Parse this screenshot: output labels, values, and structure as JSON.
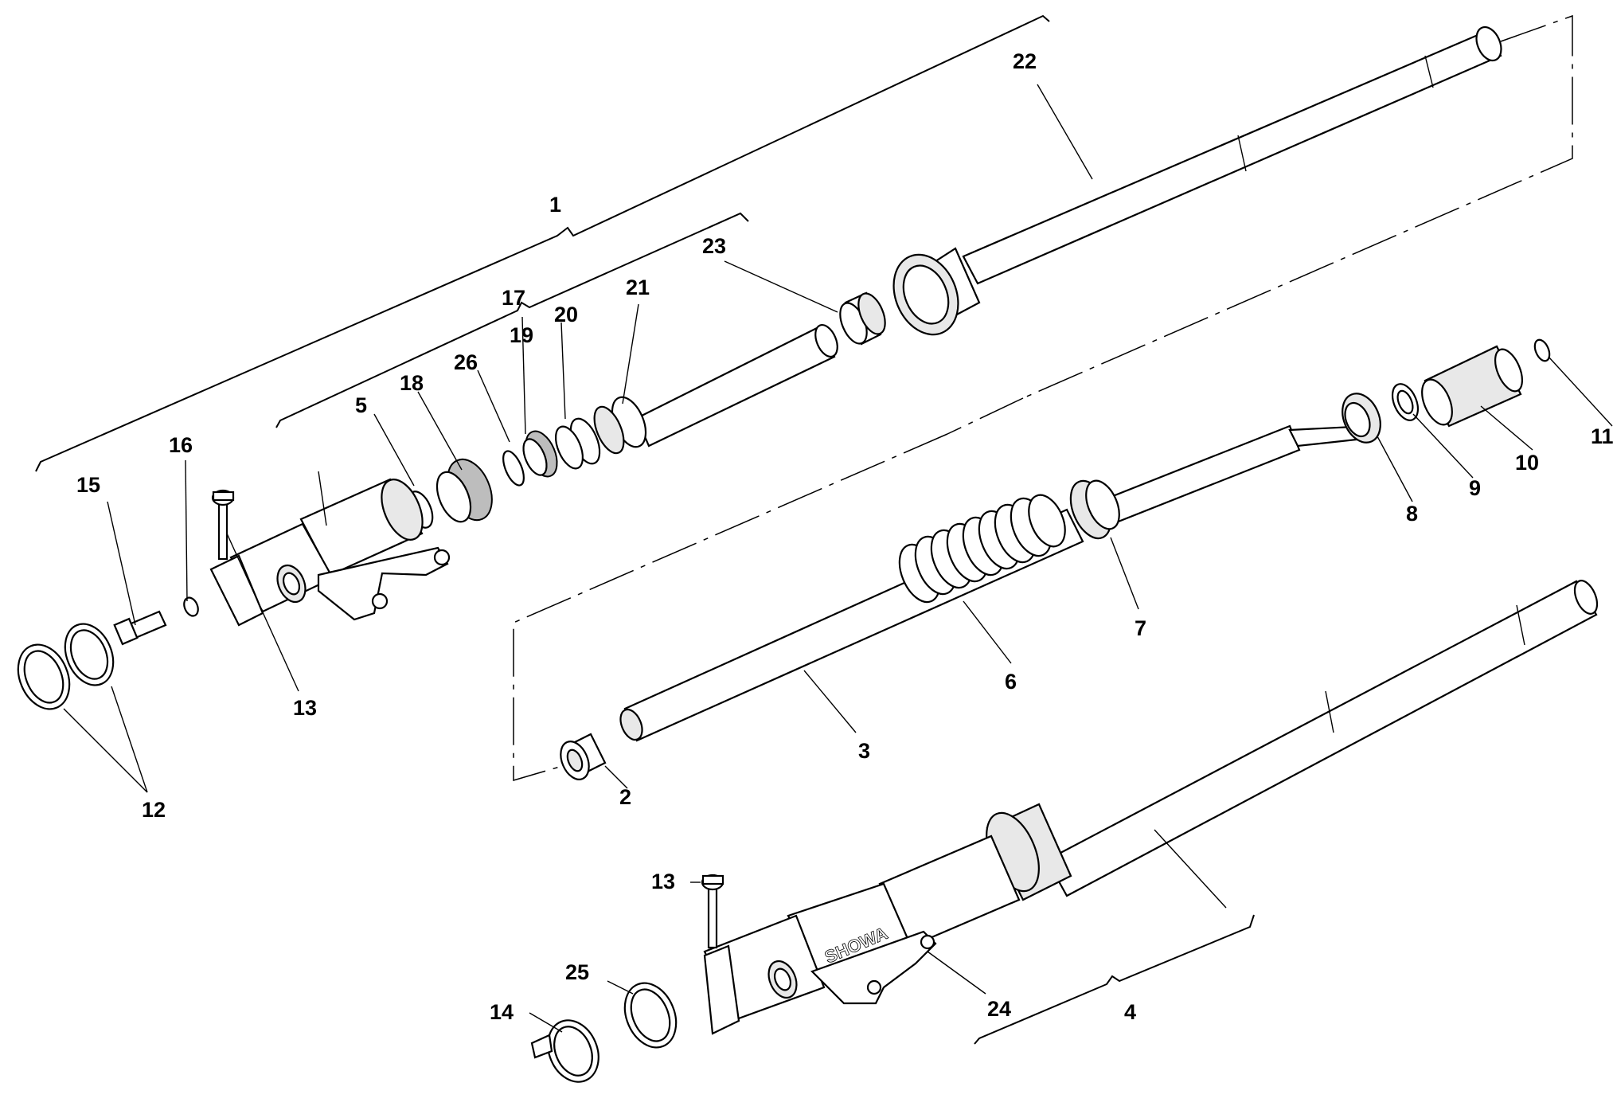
{
  "diagram": {
    "brand_text": "SHOWA",
    "callouts": [
      {
        "id": "1",
        "text": "1"
      },
      {
        "id": "2",
        "text": "2"
      },
      {
        "id": "3",
        "text": "3"
      },
      {
        "id": "4",
        "text": "4"
      },
      {
        "id": "5",
        "text": "5"
      },
      {
        "id": "6",
        "text": "6"
      },
      {
        "id": "7",
        "text": "7"
      },
      {
        "id": "8",
        "text": "8"
      },
      {
        "id": "9",
        "text": "9"
      },
      {
        "id": "10",
        "text": "10"
      },
      {
        "id": "11",
        "text": "11"
      },
      {
        "id": "12",
        "text": "12"
      },
      {
        "id": "13a",
        "text": "13"
      },
      {
        "id": "13b",
        "text": "13"
      },
      {
        "id": "14",
        "text": "14"
      },
      {
        "id": "15",
        "text": "15"
      },
      {
        "id": "16",
        "text": "16"
      },
      {
        "id": "17",
        "text": "17"
      },
      {
        "id": "18",
        "text": "18"
      },
      {
        "id": "19",
        "text": "19"
      },
      {
        "id": "20",
        "text": "20"
      },
      {
        "id": "21",
        "text": "21"
      },
      {
        "id": "22",
        "text": "22"
      },
      {
        "id": "23",
        "text": "23"
      },
      {
        "id": "24",
        "text": "24"
      },
      {
        "id": "25",
        "text": "25"
      },
      {
        "id": "26",
        "text": "26"
      }
    ]
  }
}
